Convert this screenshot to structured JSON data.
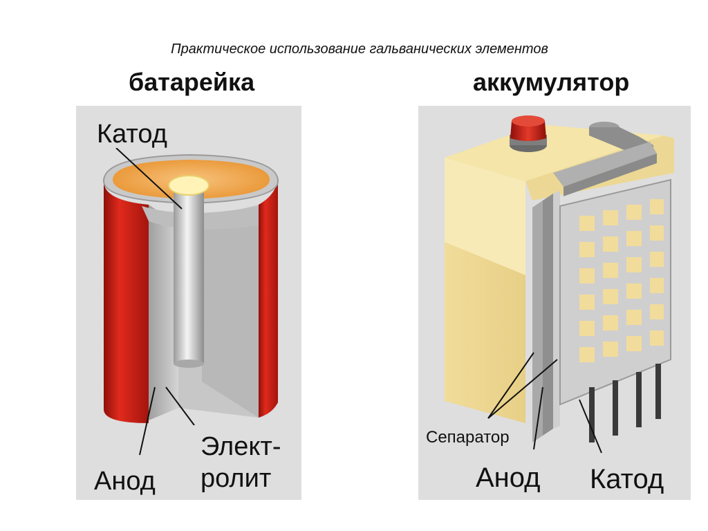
{
  "title": "Практическое использование гальванических элементов",
  "battery": {
    "heading": "батарейка",
    "labels": {
      "cathode": "Катод",
      "anode": "Анод",
      "electrolyte_1": "Элект-",
      "electrolyte_2": "ролит"
    }
  },
  "accumulator": {
    "heading": "аккумулятор",
    "labels": {
      "separator": "Сепаратор",
      "anode": "Анод",
      "cathode": "Катод"
    }
  },
  "colors": {
    "case_red": "#cc1f14",
    "panel_bg": "#dedede",
    "electrolyte_orange": "#f0a24a",
    "cream": "#f7eab6",
    "plate_gray": "#b5b5b5",
    "cap_red": "#c4170f"
  }
}
